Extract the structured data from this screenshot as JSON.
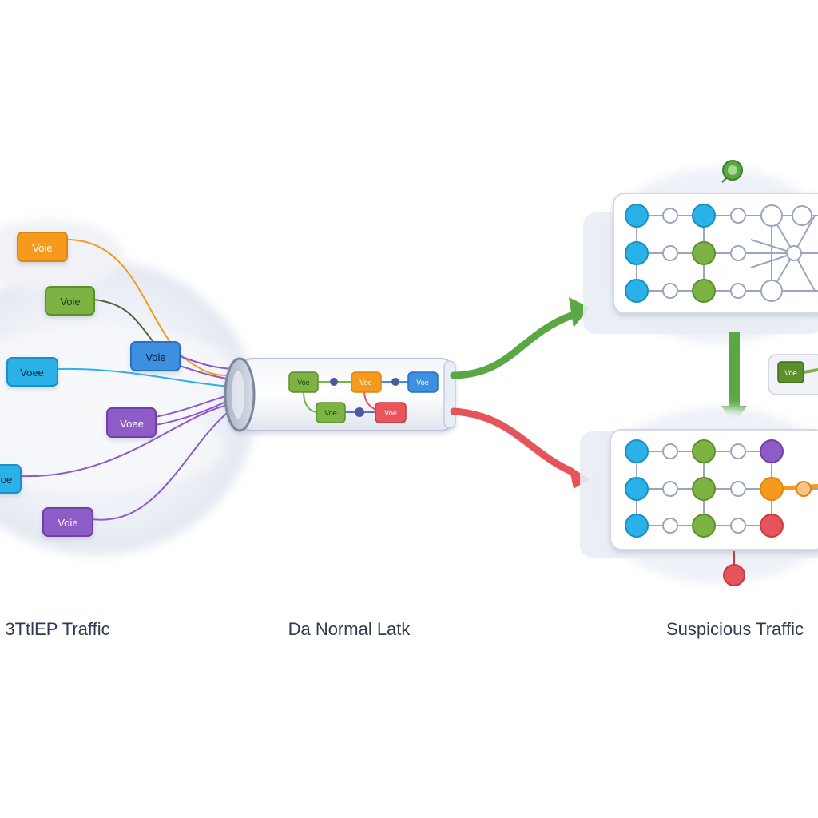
{
  "captions": {
    "left": "3TtlEP Traffic",
    "center": "Da Normal Latk",
    "right": "Suspicious Traffic"
  },
  "sources": [
    {
      "label": "Voie",
      "color": "#f59a1e",
      "border": "#e0850e",
      "text": "#ffffff"
    },
    {
      "label": "Voie",
      "color": "#7cb342",
      "border": "#5d8f2c",
      "text": "#1f3a10"
    },
    {
      "label": "Voie",
      "color": "#3d8fe0",
      "border": "#2a6fc0",
      "text": "#0b1e3a"
    },
    {
      "label": "Voee",
      "color": "#2ab1e8",
      "border": "#1a8fc4",
      "text": "#08283a"
    },
    {
      "label": "Voee",
      "color": "#8e5bc7",
      "border": "#6f3fa7",
      "text": "#ffffff"
    },
    {
      "label": "oe",
      "color": "#2ab1e8",
      "border": "#1a8fc4",
      "text": "#08283a"
    },
    {
      "label": "Voie",
      "color": "#8e5bc7",
      "border": "#6f3fa7",
      "text": "#ffffff"
    }
  ],
  "pipe_chips": [
    {
      "label": "Voe",
      "color": "#7cb342",
      "text": "#1f3a10"
    },
    {
      "label": "Voe",
      "color": "#f59a1e",
      "text": "#ffffff"
    },
    {
      "label": "Voe",
      "color": "#3d8fe0",
      "text": "#ffffff"
    },
    {
      "label": "Voe",
      "color": "#7cb342",
      "text": "#1f3a10"
    },
    {
      "label": "Voe",
      "color": "#e8555a",
      "text": "#ffffff"
    }
  ],
  "side_chip": {
    "label": "Voe",
    "color": "#5d8f2c",
    "text": "#ffffff"
  },
  "colors": {
    "normal_arrow": "#5aa845",
    "suspicious_arrow": "#e4545a",
    "panel_line": "#9aa6c0",
    "caption": "#2f3b52"
  }
}
